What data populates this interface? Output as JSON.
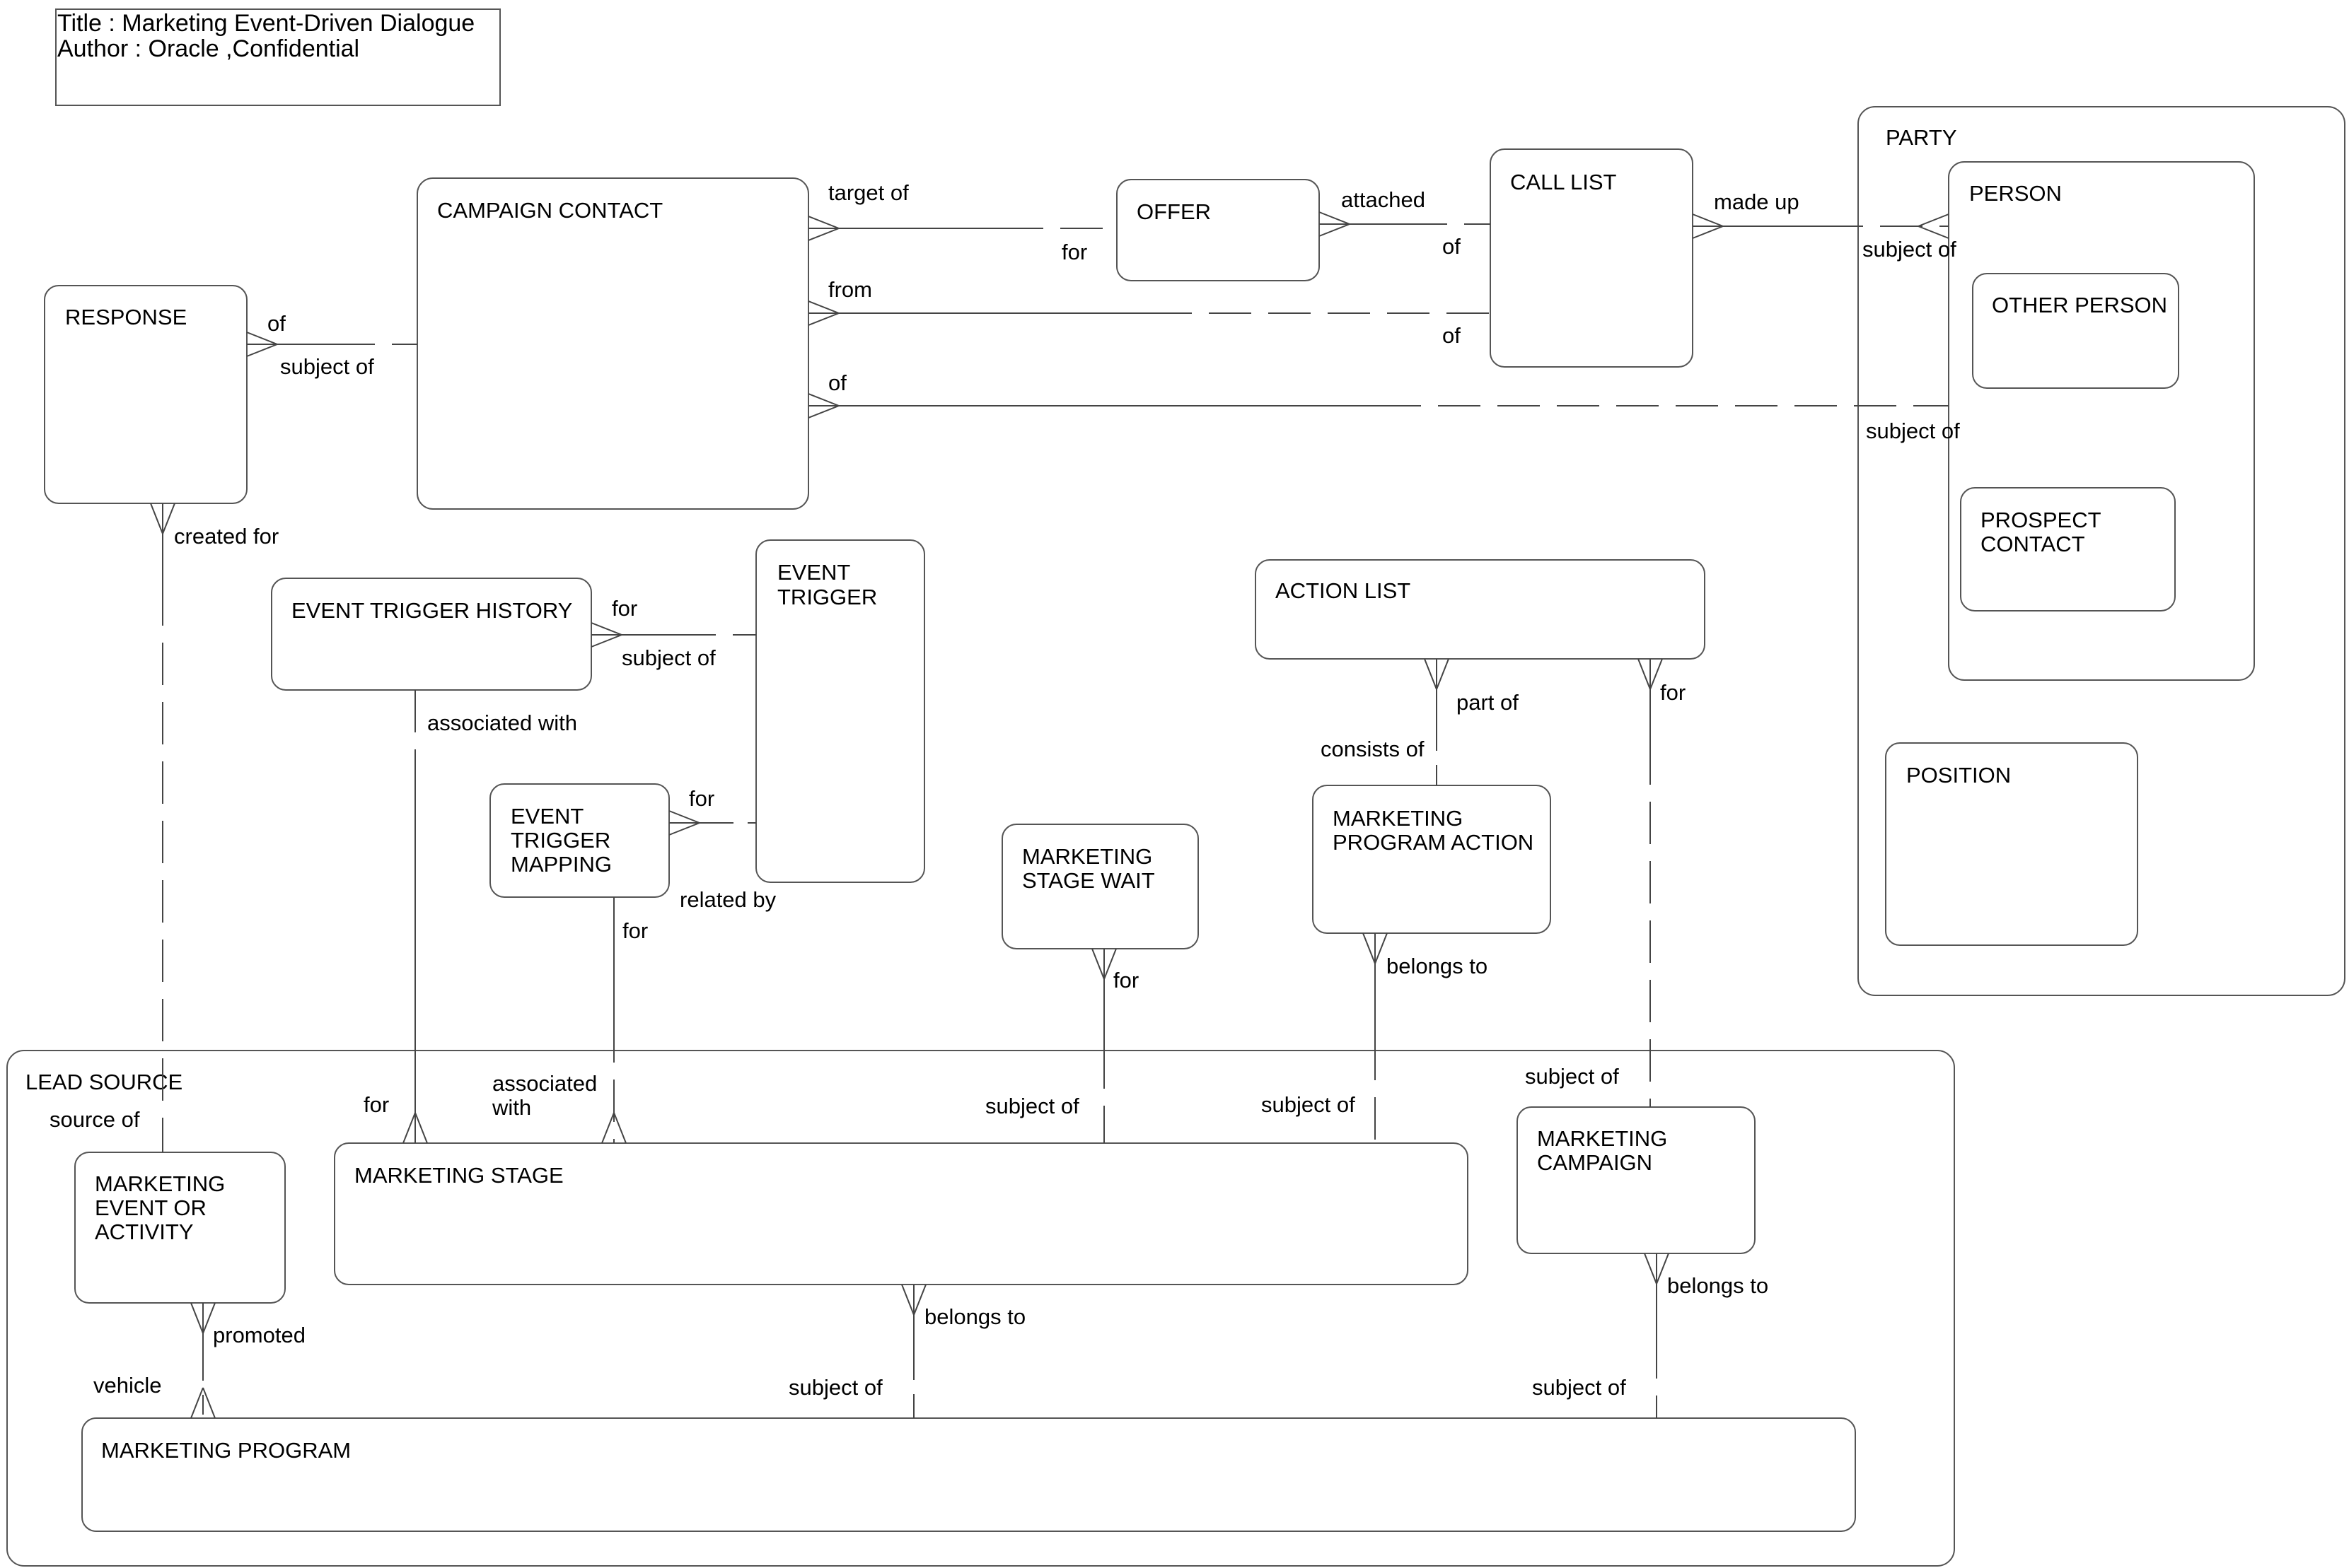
{
  "title_block": {
    "title": "Title : Marketing Event-Driven Dialogue",
    "author": "Author : Oracle ,Confidential"
  },
  "entities": {
    "party": "PARTY",
    "person": "PERSON",
    "other_person": "OTHER PERSON",
    "prospect_contact": [
      "PROSPECT",
      "CONTACT"
    ],
    "position": "POSITION",
    "campaign_contact": "CAMPAIGN CONTACT",
    "offer": "OFFER",
    "call_list": "CALL LIST",
    "response": "RESPONSE",
    "event_trigger_history": "EVENT TRIGGER HISTORY",
    "event_trigger": [
      "EVENT",
      "TRIGGER"
    ],
    "event_trigger_mapping": [
      "EVENT",
      "TRIGGER",
      "MAPPING"
    ],
    "marketing_stage_wait": [
      "MARKETING",
      "STAGE WAIT"
    ],
    "action_list": "ACTION LIST",
    "marketing_program_action": [
      "MARKETING",
      "PROGRAM ACTION"
    ],
    "lead_source": "LEAD SOURCE",
    "marketing_event_or_activity": [
      "MARKETING",
      "EVENT OR",
      "ACTIVITY"
    ],
    "marketing_stage": "MARKETING STAGE",
    "marketing_campaign": [
      "MARKETING",
      "CAMPAIGN"
    ],
    "marketing_program": "MARKETING PROGRAM"
  },
  "relationships": {
    "cc_target_of": "target of",
    "offer_for": "for",
    "offer_attached": "attached",
    "calllist_of_offer": "of",
    "cc_from": "from",
    "calllist_of_cc": "of",
    "calllist_made_up": "made up",
    "person_subject_of_calllist": "subject of",
    "cc_of": "of",
    "person_subject_of_cc": "subject of",
    "response_of": "of",
    "cc_subject_of": "subject of",
    "response_created_for": "created for",
    "meoa_source_of": "source of",
    "eth_for": "for",
    "et_subject_of": "subject of",
    "eth_associated_with": "associated with",
    "ms_for_eth": "for",
    "etm_for": "for",
    "et_related_by": "related by",
    "etm_for_ms": "for",
    "ms_associated_with": [
      "associated",
      "with"
    ],
    "msw_for": "for",
    "ms_subject_of_msw": "subject of",
    "al_part_of": "part of",
    "mpa_consists_of": "consists of",
    "mpa_belongs_to": "belongs to",
    "ms_subject_of_mpa": "subject of",
    "al_for": "for",
    "mc_subject_of": "subject of",
    "meoa_promoted": "promoted",
    "mp_vehicle": "vehicle",
    "ms_belongs_to": "belongs to",
    "mp_subject_of_ms": "subject of",
    "mc_belongs_to": "belongs to",
    "mp_subject_of_mc": "subject of"
  }
}
